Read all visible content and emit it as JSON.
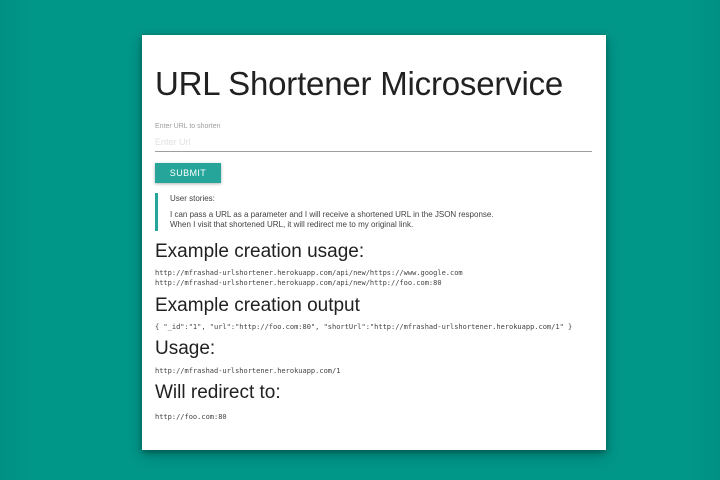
{
  "background_color": "#009688",
  "accent_color": "#26a69a",
  "page": {
    "title": "URL Shortener Microservice"
  },
  "form": {
    "label": "Enter URL to shorten",
    "input_value": "",
    "input_placeholder": "Enter Url",
    "submit_label": "SUBMIT"
  },
  "user_stories": {
    "heading": "User stories:",
    "items": [
      "I can pass a URL as a parameter and I will receive a shortened URL in the JSON response.",
      "When I visit that shortened URL, it will redirect me to my original link."
    ]
  },
  "sections": {
    "creation_usage": {
      "heading": "Example creation usage:",
      "lines": [
        "http://mfrashad-urlshortener.herokuapp.com/api/new/https://www.google.com",
        "http://mfrashad-urlshortener.herokuapp.com/api/new/http://foo.com:80"
      ]
    },
    "creation_output": {
      "heading": "Example creation output",
      "lines": [
        "{ \"_id\":\"1\", \"url\":\"http://foo.com:80\", \"shortUrl\":\"http://mfrashad-urlshortener.herokuapp.com/1\" }"
      ]
    },
    "usage": {
      "heading": "Usage:",
      "lines": [
        "http://mfrashad-urlshortener.herokuapp.com/1"
      ]
    },
    "redirect": {
      "heading": "Will redirect to:",
      "lines": [
        "http://foo.com:80"
      ]
    }
  }
}
